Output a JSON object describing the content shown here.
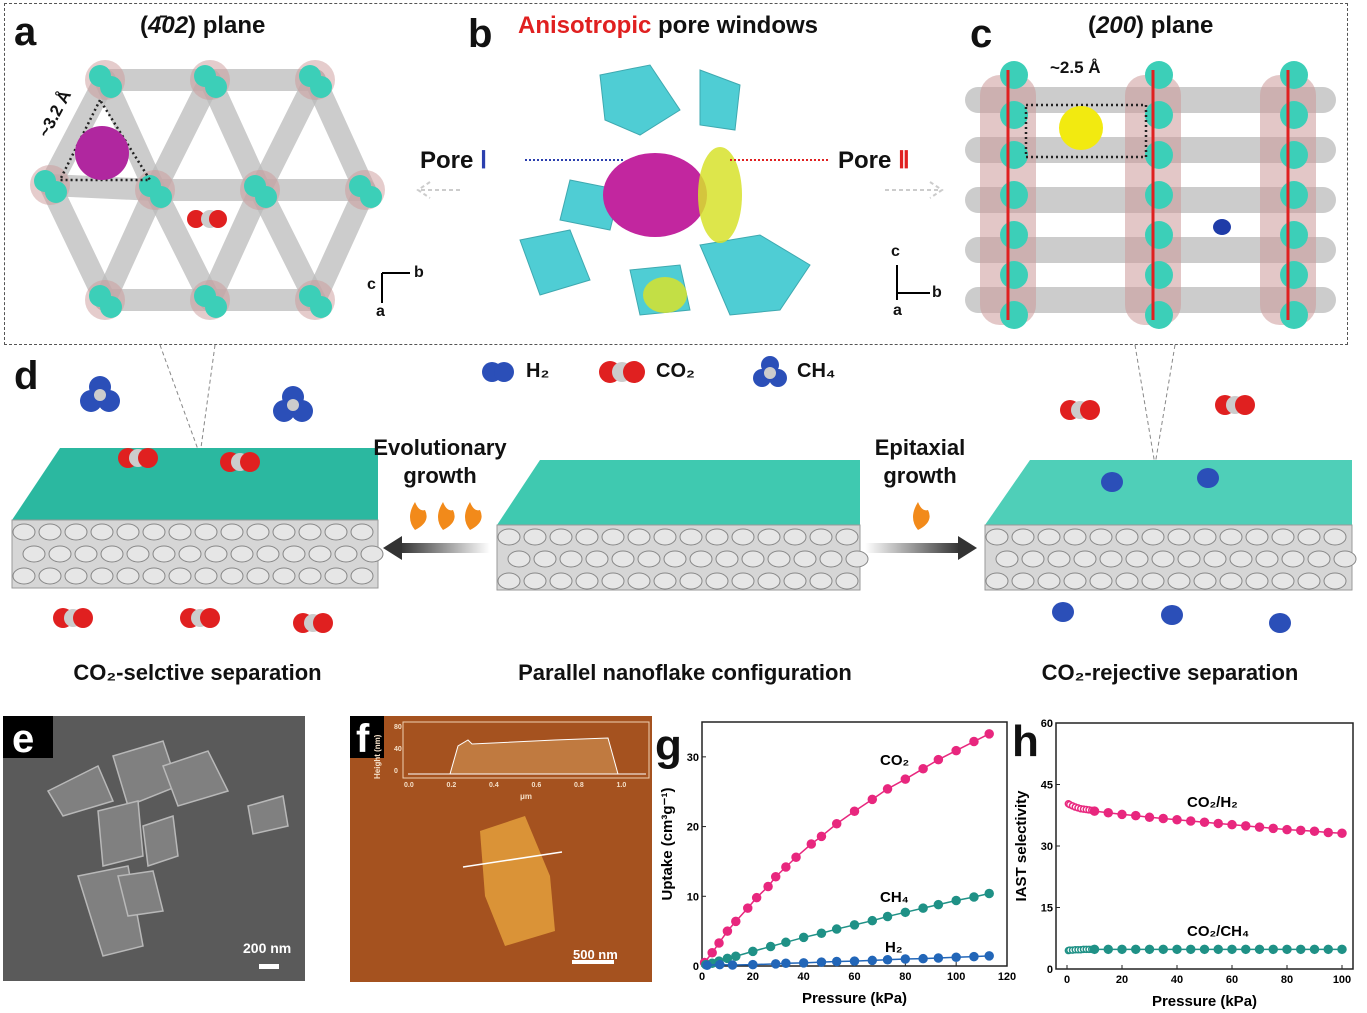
{
  "panels": {
    "a": {
      "label": "a",
      "title_prefix": "(",
      "title_italic": "4̄02",
      "title_suffix": ") plane",
      "measure": "~3.2 Å",
      "axes": [
        "c",
        "b",
        "a"
      ]
    },
    "b": {
      "label": "b",
      "title_red": "Anisotropic",
      "title_rest": " pore windows",
      "pore1": "Pore",
      "pore1_num": "Ⅰ",
      "pore2": "Pore",
      "pore2_num": "Ⅱ",
      "axes": [
        "c",
        "b",
        "a"
      ]
    },
    "c": {
      "label": "c",
      "title_prefix": "(",
      "title_italic": "200",
      "title_suffix": ") plane",
      "measure": "~2.5 Å"
    },
    "d": {
      "label": "d",
      "legend": [
        "H₂",
        "CO₂",
        "CH₄"
      ],
      "left_arrow_label": [
        "Evolutionary",
        "growth"
      ],
      "right_arrow_label": [
        "Epitaxial",
        "growth"
      ],
      "caption_left": "CO₂-selctive separation",
      "caption_middle": "Parallel nanoflake configuration",
      "caption_right": "CO₂-rejective separation"
    },
    "e": {
      "label": "e",
      "scale_bar": "200 nm"
    },
    "f": {
      "label": "f",
      "scale_bar": "500 nm",
      "inset_ylabel": "Height (nm)",
      "inset_xlabel": "μm",
      "inset_xticks": [
        "0.0",
        "0.2",
        "0.4",
        "0.6",
        "0.8",
        "1.0"
      ],
      "inset_yticks": [
        "0",
        "40",
        "80"
      ]
    },
    "g": {
      "label": "g"
    },
    "h": {
      "label": "h"
    }
  },
  "colors": {
    "co2": "#e8277e",
    "ch4": "#1f9186",
    "h2": "#2266b8",
    "red": "#e02020",
    "blue": "#2b3fae",
    "teal": "#3ccfb8",
    "afm": "#a5521f"
  },
  "chart_data": [
    {
      "type": "line",
      "title": "",
      "xlabel": "Pressure (kPa)",
      "ylabel": "Uptake (cm³g⁻¹)",
      "xlim": [
        0,
        120
      ],
      "ylim": [
        0,
        35
      ],
      "xticks": [
        0,
        20,
        40,
        60,
        80,
        100,
        120
      ],
      "yticks": [
        0,
        10,
        20,
        30
      ],
      "series": [
        {
          "name": "CO₂",
          "color": "#e8277e",
          "x": [
            1,
            4,
            6.7,
            10,
            13.3,
            18,
            21.5,
            26,
            29,
            33,
            37,
            43,
            47,
            53,
            60,
            67,
            73,
            80,
            87,
            93,
            100,
            107,
            113
          ],
          "y": [
            0.5,
            1.9,
            3.3,
            5.0,
            6.4,
            8.3,
            9.8,
            11.4,
            12.8,
            14.2,
            15.6,
            17.5,
            18.6,
            20.4,
            22.2,
            23.9,
            25.4,
            26.8,
            28.3,
            29.6,
            30.9,
            32.2,
            33.3
          ]
        },
        {
          "name": "CH₄",
          "color": "#1f9186",
          "x": [
            1.5,
            4,
            6.7,
            10,
            13.3,
            20,
            27,
            33,
            40,
            47,
            53,
            60,
            67,
            73,
            80,
            87,
            93,
            100,
            107,
            113
          ],
          "y": [
            0.2,
            0.4,
            0.7,
            1.1,
            1.4,
            2.1,
            2.8,
            3.4,
            4.1,
            4.7,
            5.3,
            5.9,
            6.5,
            7.1,
            7.7,
            8.3,
            8.8,
            9.4,
            9.9,
            10.4
          ]
        },
        {
          "name": "H₂",
          "color": "#2266b8",
          "x": [
            2,
            7,
            12,
            20,
            29,
            33,
            40,
            47,
            53,
            60,
            67,
            73,
            80,
            87,
            93,
            100,
            107,
            113
          ],
          "y": [
            0.1,
            0.2,
            0.15,
            0.2,
            0.3,
            0.4,
            0.45,
            0.55,
            0.65,
            0.7,
            0.8,
            0.9,
            1.0,
            1.05,
            1.15,
            1.25,
            1.35,
            1.45
          ]
        }
      ]
    },
    {
      "type": "line",
      "title": "",
      "xlabel": "Pressure (kPa)",
      "ylabel": "IAST selectivity",
      "xlim": [
        -4,
        104
      ],
      "ylim": [
        0,
        60
      ],
      "xticks": [
        0,
        20,
        40,
        60,
        80,
        100
      ],
      "yticks": [
        0,
        15,
        30,
        45,
        60
      ],
      "series": [
        {
          "name": "CO₂/H₂",
          "color": "#e8277e",
          "x": [
            0.5,
            1,
            2,
            3,
            4,
            5,
            6,
            7,
            8,
            9,
            10,
            15,
            20,
            25,
            30,
            35,
            40,
            45,
            50,
            55,
            60,
            65,
            70,
            75,
            80,
            85,
            90,
            95,
            100
          ],
          "y": [
            40.3,
            40.1,
            39.8,
            39.5,
            39.3,
            39.1,
            39.0,
            38.9,
            38.8,
            38.7,
            38.5,
            38.1,
            37.7,
            37.4,
            37.0,
            36.7,
            36.4,
            36.1,
            35.8,
            35.5,
            35.2,
            34.9,
            34.6,
            34.3,
            34.0,
            33.8,
            33.6,
            33.3,
            33.1
          ]
        },
        {
          "name": "CO₂/CH₄",
          "color": "#1f9186",
          "x": [
            0.5,
            1,
            2,
            3,
            4,
            5,
            6,
            7,
            8,
            9,
            10,
            15,
            20,
            25,
            30,
            35,
            40,
            45,
            50,
            55,
            60,
            65,
            70,
            75,
            80,
            85,
            90,
            95,
            100
          ],
          "y": [
            4.5,
            4.6,
            4.6,
            4.7,
            4.7,
            4.7,
            4.8,
            4.8,
            4.8,
            4.8,
            4.8,
            4.8,
            4.8,
            4.8,
            4.8,
            4.8,
            4.8,
            4.8,
            4.8,
            4.8,
            4.8,
            4.8,
            4.8,
            4.8,
            4.8,
            4.8,
            4.8,
            4.8,
            4.8
          ]
        }
      ]
    }
  ]
}
